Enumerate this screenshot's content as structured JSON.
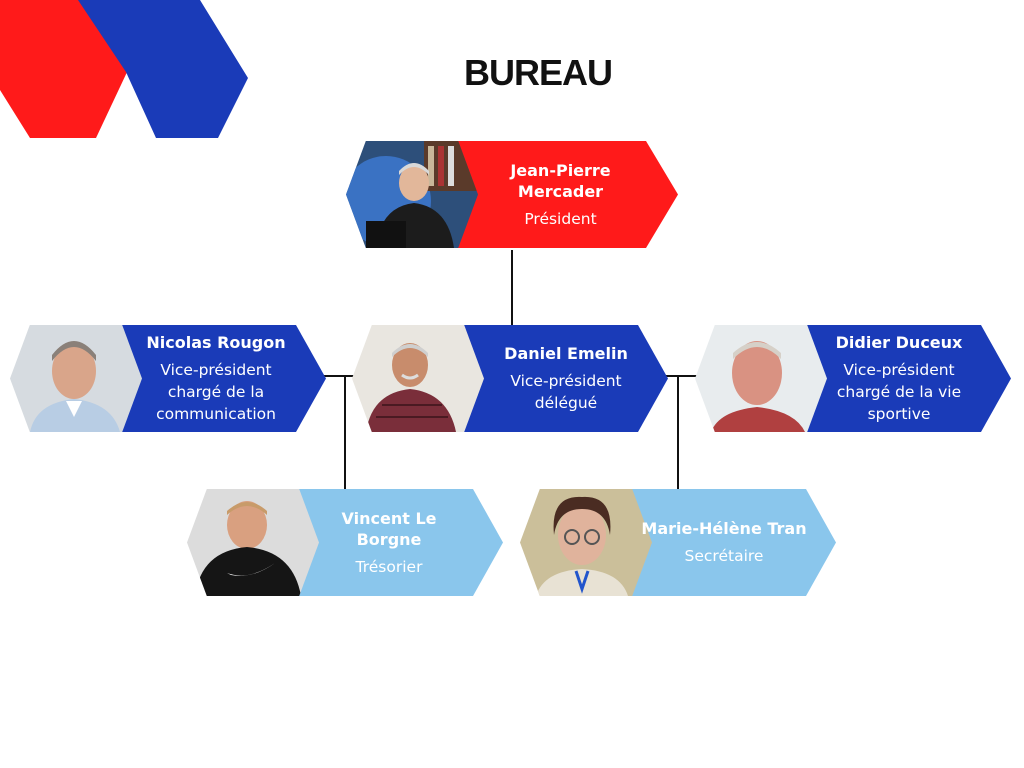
{
  "title": "BUREAU",
  "colors": {
    "red": "#ff1a1a",
    "blue": "#1a3bb8",
    "light_blue": "#8ac6ec"
  },
  "members": {
    "president": {
      "name": "Jean-Pierre Mercader",
      "role": "Président",
      "color": "#ff1a1a"
    },
    "vp_communication": {
      "name": "Nicolas Rougon",
      "role": "Vice-président chargé de la communication",
      "color": "#1a3bb8"
    },
    "vp_delegue": {
      "name": "Daniel Emelin",
      "role": "Vice-président délégué",
      "color": "#1a3bb8"
    },
    "vp_sport": {
      "name": "Didier Duceux",
      "role": "Vice-président chargé de la vie sportive",
      "color": "#1a3bb8"
    },
    "tresorier": {
      "name": "Vincent Le Borgne",
      "role": "Trésorier",
      "color": "#8ac6ec"
    },
    "secretaire": {
      "name": "Marie-Hélène Tran",
      "role": "Secrétaire",
      "color": "#8ac6ec"
    }
  }
}
